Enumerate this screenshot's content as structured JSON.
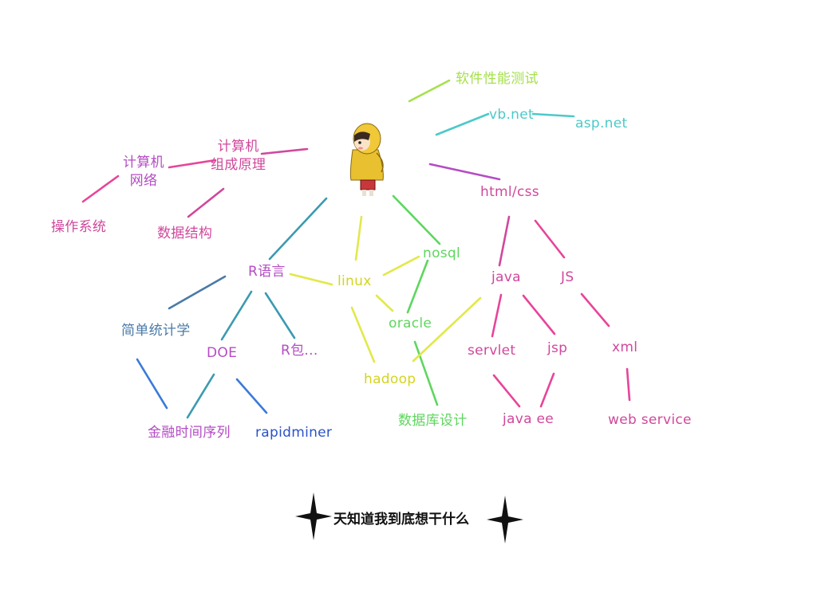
{
  "colors": {
    "lime": "#a6e04c",
    "cyan": "#4cc9c9",
    "magenta": "#d0489c",
    "purple": "#b44cc4",
    "pink": "#e8449a",
    "teal": "#3a9ab0",
    "blue": "#3a7ad8",
    "green": "#5ed65e",
    "yellow": "#e2e84a",
    "yellow_text": "#d4d420",
    "darkblue": "#2a52c8",
    "steel": "#4a7aa8"
  },
  "mascot": {
    "icon": "yellow-raincoat-child-icon"
  },
  "nodes": {
    "software_perf_test": "软件性能测试",
    "vbnet": "vb.net",
    "aspnet": "asp.net",
    "computer_org": "计算机\n组成原理",
    "computer_network": "计算机\n网络",
    "os": "操作系统",
    "data_structure": "数据结构",
    "html_css": "html/css",
    "r_lang": "R语言",
    "linux": "linux",
    "nosql": "nosql",
    "java": "java",
    "js": "JS",
    "simple_stats": "简单统计学",
    "doe": "DOE",
    "r_pkg": "R包...",
    "oracle": "oracle",
    "servlet": "servlet",
    "jsp": "jsp",
    "xml": "xml",
    "hadoop": "hadoop",
    "db_design": "数据库设计",
    "java_ee": "java ee",
    "web_service": "web service",
    "fin_ts": "金融时间序列",
    "rapidminer": "rapidminer"
  },
  "footer": {
    "text": "天知道我到底想干什么",
    "icon": "sparkle-star-icon"
  }
}
